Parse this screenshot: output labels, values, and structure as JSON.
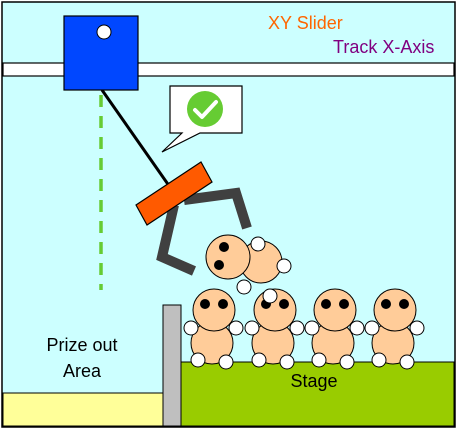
{
  "labels": {
    "xy_slider": "XY Slider",
    "track_x_axis": "Track X-Axis",
    "prize_out_line1": "Prize out",
    "prize_out_line2": "Area",
    "stage": "Stage"
  },
  "icons": {
    "speech_bubble": "speech-bubble-icon",
    "checkmark": "checkmark-icon"
  },
  "colors": {
    "background": "#ccffff",
    "track": "#ffffff",
    "slider": "#0047ff",
    "claw_head": "#ff5a00",
    "claw_arm": "#404040",
    "dashed_line": "#66cc33",
    "check_circle": "#66cc33",
    "stage": "#99cc00",
    "prize_area": "#ffff99",
    "divider": "#bfbfbf",
    "doll_skin": "#ffcc99",
    "xy_slider_text": "#ff6600",
    "track_text": "#800080"
  }
}
